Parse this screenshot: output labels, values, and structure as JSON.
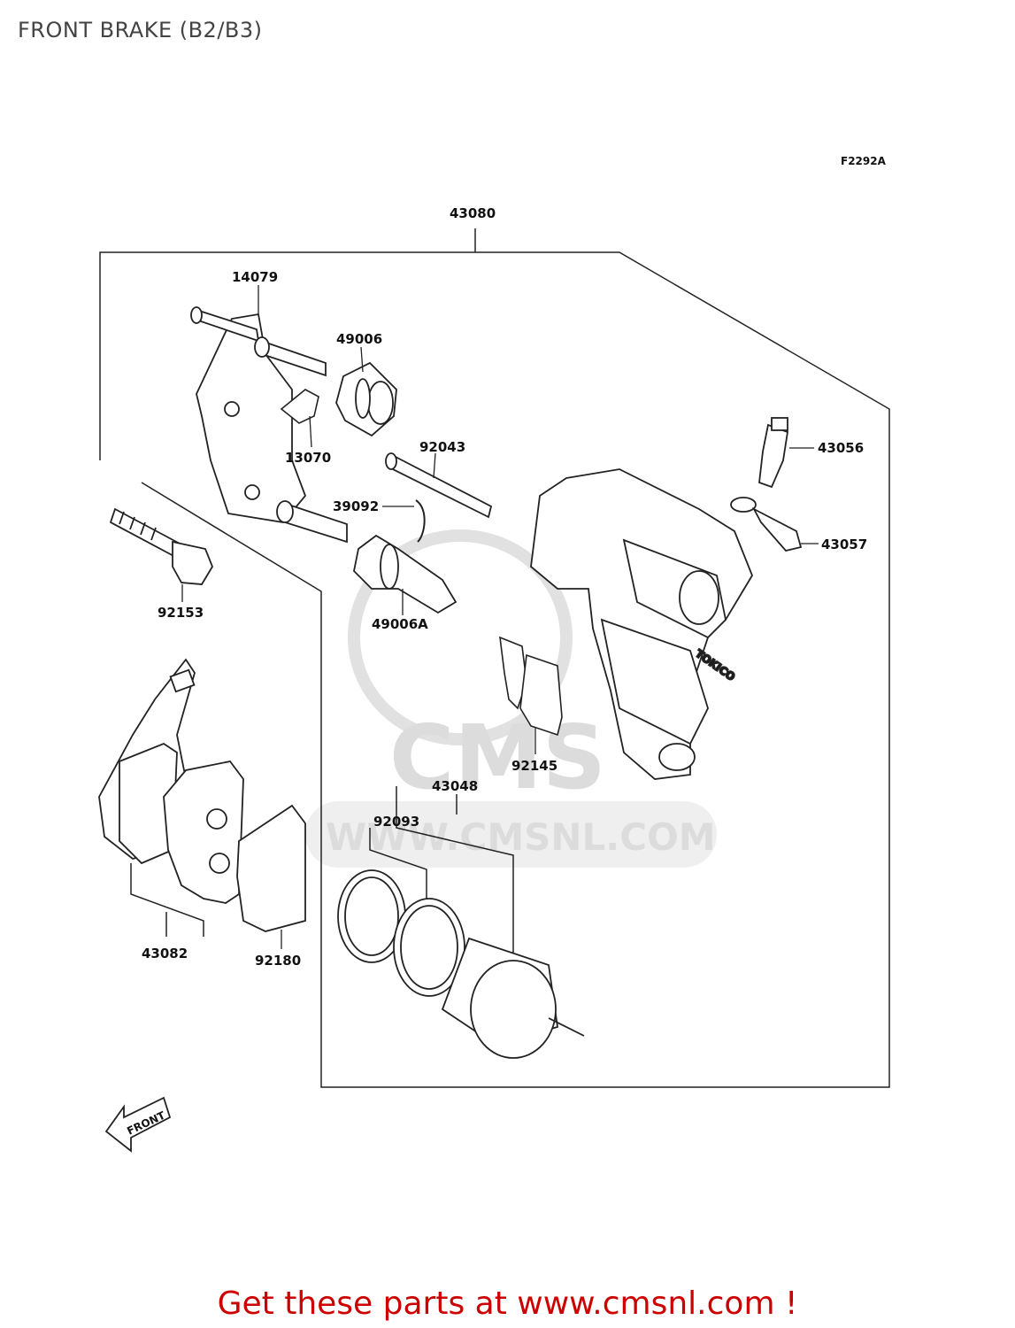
{
  "page": {
    "title": "FRONT BRAKE (B2/B3)"
  },
  "diagram": {
    "code": "F2292A",
    "watermark": {
      "brand": "CMS",
      "site": "WWW.CMSNL.COM"
    },
    "front_label": "FRONT",
    "caliper_brand": "TOKICO",
    "part_numbers": {
      "assembly": "43080",
      "holder": "14079",
      "boot": "49006",
      "spring": "13070",
      "pin_bolt": "92043",
      "pin": "39092",
      "boot_a": "49006A",
      "bolt": "92153",
      "bleed_valve": "43056",
      "cap": "43057",
      "clip": "92145",
      "seal_kit": "43048",
      "seal": "92093",
      "pad_set": "43082",
      "shim": "92180"
    }
  },
  "footer": {
    "cta": "Get these parts at www.cmsnl.com !",
    "color": "#cc0000"
  }
}
